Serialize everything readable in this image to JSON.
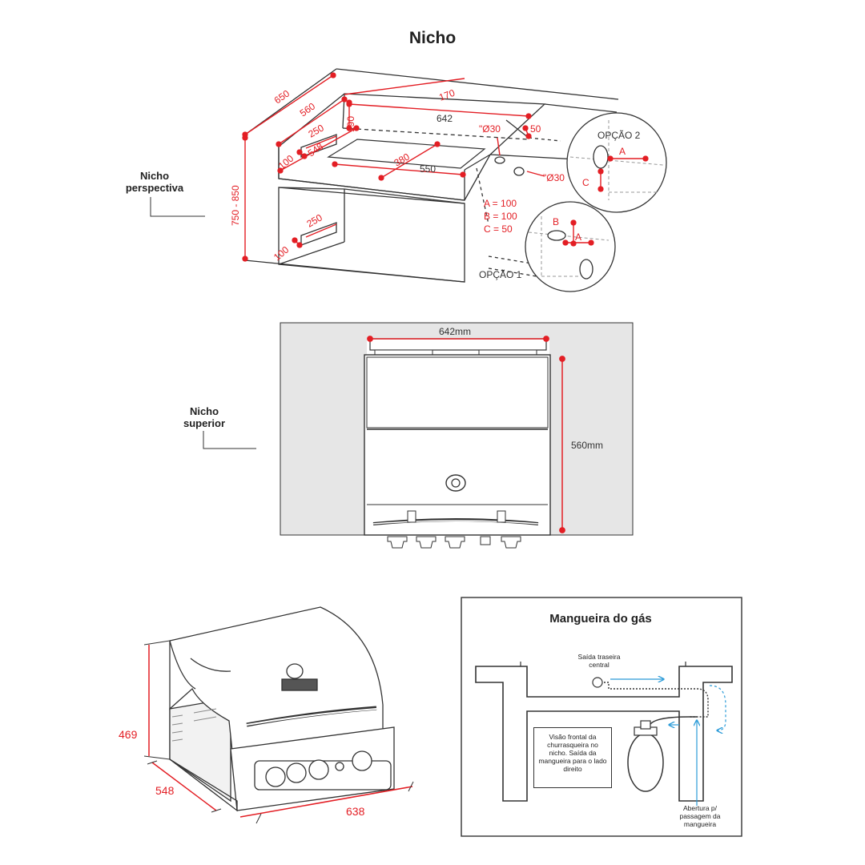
{
  "colors": {
    "dimension": "#e31e24",
    "line": "#333333",
    "panel": "#e6e6e6",
    "hose": "#2b9bd8"
  },
  "top_section": {
    "title": "Nicho",
    "side_label_1": "Nicho",
    "side_label_2": "perspectiva",
    "dims": {
      "d650": "650",
      "d560": "560",
      "d170": "170",
      "d642": "642",
      "d190": "190",
      "d250_top": "250",
      "d100_top": "100",
      "d548": "548",
      "d380": "380",
      "d550": "550",
      "d750_850": "750 - 850",
      "d250_bot": "250",
      "d100_bot": "100",
      "phi30_a": "\"Ø30",
      "d50": "50",
      "phi30_b": "\"Ø30"
    },
    "legend": {
      "a": "A = 100",
      "b": "B = 100",
      "c": "C = 50"
    },
    "option1": "OPÇÃO 1",
    "option2": "OPÇÃO 2",
    "letters": {
      "a": "A",
      "b": "B",
      "c": "C"
    }
  },
  "middle_section": {
    "side_label_1": "Nicho",
    "side_label_2": "superior",
    "width_dim": "642mm",
    "depth_dim": "560mm"
  },
  "bottom_left": {
    "height_dim": "469",
    "depth_dim": "548",
    "width_dim": "638"
  },
  "gas_panel": {
    "title": "Mangueira do gás",
    "rear_exit": "Saída traseira central",
    "front_view_note": "Visão frontal da churrasqueira no nicho. Saída da mangueira para o lado direito",
    "opening_note": "Abertura p/ passagem da mangueira"
  }
}
